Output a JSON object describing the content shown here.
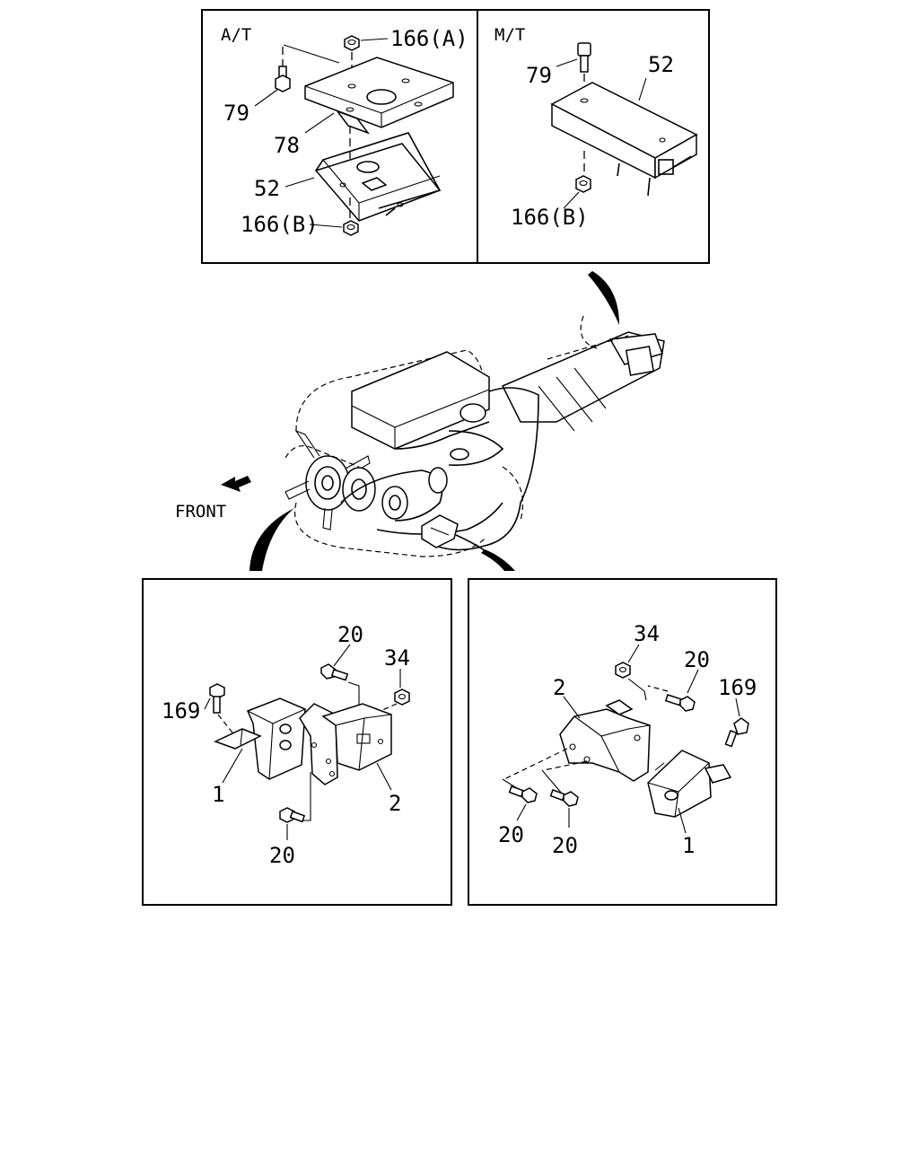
{
  "panels": {
    "at": {
      "title": "A/T",
      "callouts": {
        "nut_top": "166(A)",
        "bolt": "79",
        "insulator": "78",
        "bracket": "52",
        "nut_bottom": "166(B)"
      }
    },
    "mt": {
      "title": "M/T",
      "callouts": {
        "bolt": "79",
        "bracket": "52",
        "nut": "166(B)"
      }
    },
    "front_left": {
      "callouts": {
        "bolt_top": "20",
        "nut": "34",
        "bolt_169": "169",
        "mount": "1",
        "bracket": "2",
        "bolt_bottom": "20"
      }
    },
    "front_right": {
      "callouts": {
        "nut": "34",
        "bolt_top": "20",
        "bolt_169": "169",
        "bracket": "2",
        "bolt_left": "20",
        "bolt_mid": "20",
        "mount": "1"
      }
    }
  },
  "center": {
    "direction_label": "FRONT"
  }
}
